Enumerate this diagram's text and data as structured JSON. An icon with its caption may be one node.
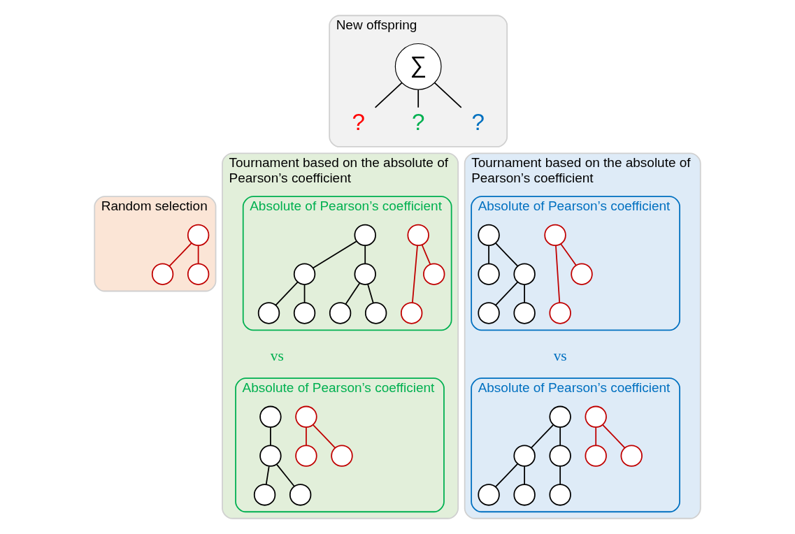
{
  "diagram": {
    "nodes": [
      {
        "text": [
          "New offspring"
        ]
      },
      {
        "text": [
          "∑"
        ],
        "in": 0
      },
      {
        "text": [
          "?"
        ],
        "in": 0
      },
      {
        "text": [
          "?"
        ],
        "in": 0
      },
      {
        "text": [
          "?"
        ],
        "in": 0
      },
      {
        "text": [
          "Random selection"
        ]
      },
      {
        "text": [],
        "shape": "circle",
        "in": 5
      },
      {
        "text": [],
        "shape": "circle",
        "in": 5
      },
      {
        "text": [],
        "shape": "circle",
        "in": 5
      },
      {
        "text": [
          "Tournament based on the absolute of Pearson’s coefficient"
        ]
      },
      {
        "text": [
          "Absolute of Pearson’s coefficient"
        ],
        "in": 9
      },
      {
        "text": [],
        "shape": "circle",
        "in": 10
      },
      {
        "text": [],
        "shape": "circle",
        "in": 10
      },
      {
        "text": [],
        "shape": "circle",
        "in": 10
      },
      {
        "text": [],
        "shape": "circle",
        "in": 10
      },
      {
        "text": [],
        "shape": "circle",
        "in": 10
      },
      {
        "text": [],
        "shape": "circle",
        "in": 10
      },
      {
        "text": [],
        "shape": "circle",
        "in": 10
      },
      {
        "text": [],
        "shape": "circle",
        "in": 10
      },
      {
        "text": [],
        "shape": "circle",
        "in": 10
      },
      {
        "text": [],
        "shape": "circle",
        "in": 10
      },
      {
        "text": [
          "Absolute of Pearson’s coefficient"
        ],
        "in": 9
      },
      {
        "text": [],
        "shape": "circle",
        "in": 21
      },
      {
        "text": [],
        "shape": "circle",
        "in": 21
      },
      {
        "text": [],
        "shape": "circle",
        "in": 21
      },
      {
        "text": [],
        "shape": "circle",
        "in": 21
      },
      {
        "text": [],
        "shape": "circle",
        "in": 21
      },
      {
        "text": [],
        "shape": "circle",
        "in": 21
      },
      {
        "text": [],
        "shape": "circle",
        "in": 21
      },
      {
        "text": [
          "Tournament based on the absolute of Pearson’s coefficient"
        ]
      },
      {
        "text": [
          "Absolute of Pearson’s coefficient"
        ],
        "in": 29
      },
      {
        "text": [],
        "shape": "circle",
        "in": 30
      },
      {
        "text": [],
        "shape": "circle",
        "in": 30
      },
      {
        "text": [],
        "shape": "circle",
        "in": 30
      },
      {
        "text": [],
        "shape": "circle",
        "in": 30
      },
      {
        "text": [],
        "shape": "circle",
        "in": 30
      },
      {
        "text": [],
        "shape": "circle",
        "in": 30
      },
      {
        "text": [],
        "shape": "circle",
        "in": 30
      },
      {
        "text": [],
        "shape": "circle",
        "in": 30
      },
      {
        "text": [
          "Absolute of Pearson’s coefficient"
        ],
        "in": 29
      },
      {
        "text": [],
        "shape": "circle",
        "in": 39
      },
      {
        "text": [],
        "shape": "circle",
        "in": 39
      },
      {
        "text": [],
        "shape": "circle",
        "in": 39
      },
      {
        "text": [],
        "shape": "circle",
        "in": 39
      },
      {
        "text": [],
        "shape": "circle",
        "in": 39
      },
      {
        "text": [],
        "shape": "circle",
        "in": 39
      },
      {
        "text": [],
        "shape": "circle",
        "in": 39
      },
      {
        "text": [],
        "shape": "circle",
        "in": 39
      },
      {
        "text": [],
        "shape": "circle",
        "in": 39
      }
    ],
    "edges": [
      {
        "from": 1,
        "to": 2,
        "arrow": "none"
      },
      {
        "from": 1,
        "to": 3,
        "arrow": "none"
      },
      {
        "from": 1,
        "to": 4,
        "arrow": "none"
      },
      {
        "from": 6,
        "to": 7,
        "arrow": "none",
        "color": "#c00000"
      },
      {
        "from": 6,
        "to": 8,
        "arrow": "none",
        "color": "#c00000"
      },
      {
        "from": 11,
        "to": 12,
        "arrow": "none",
        "color": "#c00000"
      },
      {
        "from": 11,
        "to": 13,
        "arrow": "none",
        "color": "#c00000"
      },
      {
        "from": 14,
        "to": 15,
        "arrow": "none"
      },
      {
        "from": 14,
        "to": 16,
        "arrow": "none"
      },
      {
        "from": 15,
        "to": 17,
        "arrow": "none"
      },
      {
        "from": 15,
        "to": 18,
        "arrow": "none"
      },
      {
        "from": 16,
        "to": 19,
        "arrow": "none"
      },
      {
        "from": 16,
        "to": 20,
        "arrow": "none"
      },
      {
        "from": 22,
        "to": 23,
        "arrow": "none",
        "color": "#c00000"
      },
      {
        "from": 22,
        "to": 24,
        "arrow": "none",
        "color": "#c00000"
      },
      {
        "from": 25,
        "to": 26,
        "arrow": "none"
      },
      {
        "from": 26,
        "to": 27,
        "arrow": "none"
      },
      {
        "from": 26,
        "to": 28,
        "arrow": "none"
      },
      {
        "from": 31,
        "to": 32,
        "arrow": "none",
        "color": "#c00000"
      },
      {
        "from": 31,
        "to": 33,
        "arrow": "none",
        "color": "#c00000"
      },
      {
        "from": 34,
        "to": 35,
        "arrow": "none"
      },
      {
        "from": 34,
        "to": 36,
        "arrow": "none"
      },
      {
        "from": 36,
        "to": 37,
        "arrow": "none"
      },
      {
        "from": 36,
        "to": 38,
        "arrow": "none"
      },
      {
        "from": 40,
        "to": 41,
        "arrow": "none",
        "color": "#c00000"
      },
      {
        "from": 40,
        "to": 42,
        "arrow": "none",
        "color": "#c00000"
      },
      {
        "from": 43,
        "to": 44,
        "arrow": "none"
      },
      {
        "from": 43,
        "to": 45,
        "arrow": "none"
      },
      {
        "from": 44,
        "to": 46,
        "arrow": "none"
      },
      {
        "from": 44,
        "to": 47,
        "arrow": "none"
      },
      {
        "from": 45,
        "to": 48,
        "arrow": "none"
      }
    ],
    "labels": [
      "vs",
      "vs"
    ]
  }
}
